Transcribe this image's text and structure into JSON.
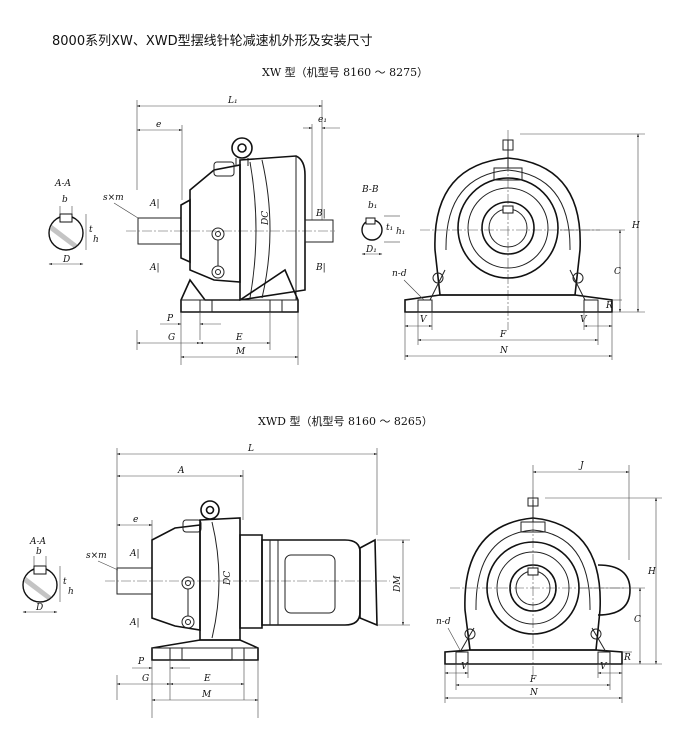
{
  "title": "8000系列XW、XWD型摆线针轮减速机外形及安装尺寸",
  "xw": {
    "caption": "XW 型（机型号 8160 ～ 8275）",
    "labels": {
      "L1": "L₁",
      "e": "e",
      "e1": "e₁",
      "AA": "A-A",
      "b": "b",
      "t": "t",
      "h": "h",
      "D": "D",
      "sxm": "s×m",
      "A1": "A|",
      "A2": "A|",
      "DC": "DC",
      "B1": "B|",
      "B2": "B|",
      "BB": "B-B",
      "b1": "b₁",
      "t1": "t₁",
      "h1": "h₁",
      "D1": "D₁",
      "P": "P",
      "G": "G",
      "E": "E",
      "M": "M",
      "nd": "n-d",
      "V1": "V",
      "V2": "V",
      "F": "F",
      "N": "N",
      "R": "R",
      "C": "C",
      "H": "H"
    }
  },
  "xwd": {
    "caption": "XWD 型（机型号 8160 ～ 8265）",
    "labels": {
      "L": "L",
      "A": "A",
      "e": "e",
      "AA": "A-A",
      "b": "b",
      "t": "t",
      "h": "h",
      "D": "D",
      "sxm": "s×m",
      "A1": "A|",
      "A2": "A|",
      "DC": "DC",
      "DM": "DM",
      "P": "P",
      "G": "G",
      "E": "E",
      "M": "M",
      "J": "J",
      "nd": "n-d",
      "V1": "V",
      "V2": "V",
      "F": "F",
      "N": "N",
      "R": "R",
      "C": "C",
      "H": "H"
    }
  }
}
